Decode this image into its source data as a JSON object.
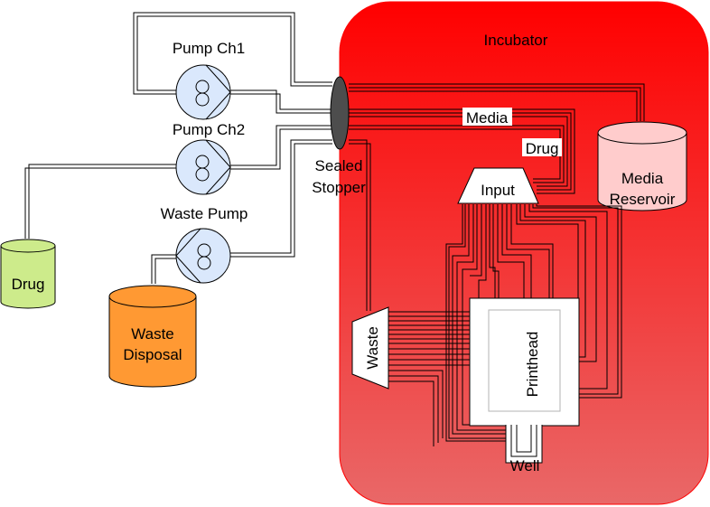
{
  "labels": {
    "incubator": "Incubator",
    "pump_ch1": "Pump Ch1",
    "pump_ch2": "Pump Ch2",
    "waste_pump": "Waste Pump",
    "sealed_line1": "Sealed",
    "sealed_line2": "Stopper",
    "media": "Media",
    "drug_line": "Drug",
    "input": "Input",
    "media_res_line1": "Media",
    "media_res_line2": "Reservoir",
    "drug_container": "Drug",
    "waste_disp_line1": "Waste",
    "waste_disp_line2": "Disposal",
    "waste_valve": "Waste",
    "printhead": "Printhead",
    "well": "Well"
  },
  "colors": {
    "incubator_top": "#ff0000",
    "incubator_bottom": "#e96868",
    "pump_fill": "#dae8fc",
    "drug_fill": "#cdeb8b",
    "waste_fill": "#ff9933",
    "reservoir_fill": "#ffcccc",
    "stopper_fill": "#4d4d4d"
  }
}
